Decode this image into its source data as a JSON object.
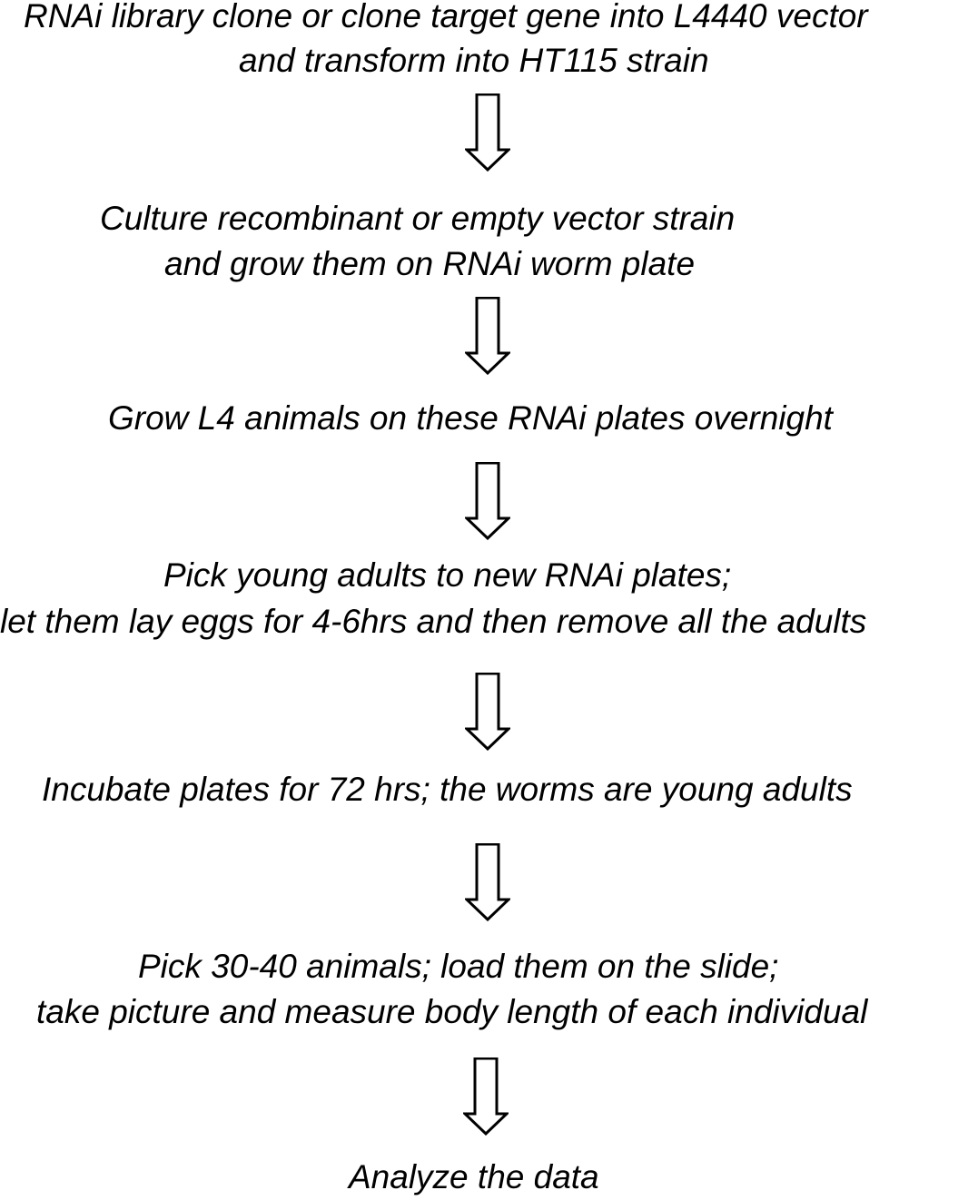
{
  "steps": [
    {
      "lines": [
        "RNAi library clone or clone target gene into L4440 vector",
        "and transform into HT115 strain"
      ]
    },
    {
      "lines": [
        "Culture recombinant or empty vector strain",
        "and grow them on RNAi worm plate"
      ]
    },
    {
      "lines": [
        "Grow L4 animals on these RNAi plates overnight"
      ]
    },
    {
      "lines": [
        "Pick young adults to new RNAi plates;",
        "let them lay eggs for 4-6hrs and then remove all the adults"
      ]
    },
    {
      "lines": [
        "Incubate plates for 72 hrs; the worms are young adults"
      ]
    },
    {
      "lines": [
        "Pick 30-40 animals; load them on the slide;",
        "take picture and measure body length of each individual"
      ]
    },
    {
      "lines": [
        "Analyze the data"
      ]
    }
  ],
  "arrow_icon": "down-arrow-icon",
  "colors": {
    "text": "#000000",
    "arrow_stroke": "#000000",
    "arrow_fill": "#ffffff",
    "background": "#ffffff"
  }
}
